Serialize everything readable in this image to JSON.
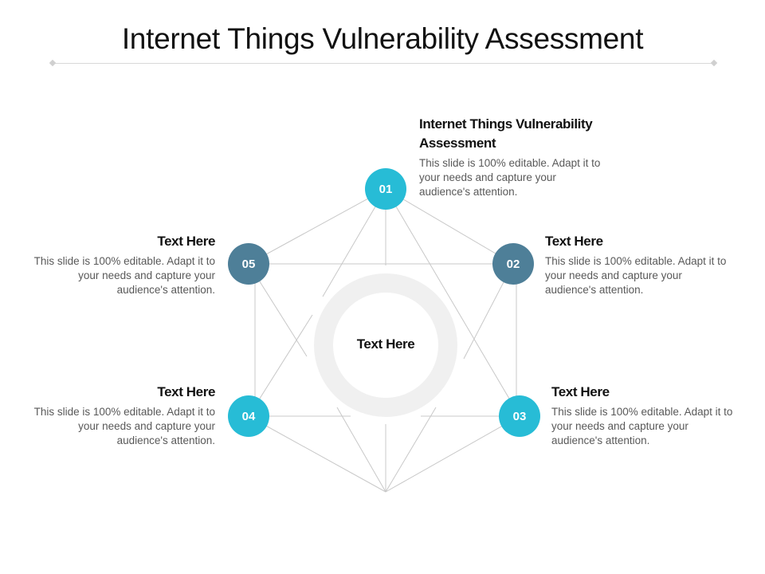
{
  "slide": {
    "title": "Internet Things Vulnerability Assessment",
    "center_label": "Text Here",
    "colors": {
      "accent_cyan": "#27bcd6",
      "accent_slate": "#4e7f98",
      "ring": "#f0f0f0",
      "lines": "#c8c8c8",
      "heading": "#111111",
      "body": "#595959"
    }
  },
  "nodes": [
    {
      "number": "01",
      "heading": "Internet Things Vulnerability Assessment",
      "body": "This slide is 100% editable. Adapt it to your needs and capture your audience's attention."
    },
    {
      "number": "02",
      "heading": "Text Here",
      "body": "This slide is 100% editable. Adapt it to your needs and capture your audience's attention."
    },
    {
      "number": "03",
      "heading": "Text Here",
      "body": "This slide is 100% editable. Adapt it to your needs and capture your audience's attention."
    },
    {
      "number": "04",
      "heading": "Text Here",
      "body": "This slide is 100% editable. Adapt it to your needs and capture your audience's attention."
    },
    {
      "number": "05",
      "heading": "Text Here",
      "body": "This slide is 100% editable. Adapt it to your needs and capture your audience's attention."
    }
  ]
}
